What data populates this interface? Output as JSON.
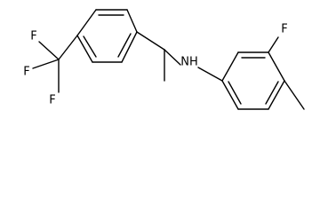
{
  "structure": {
    "atoms": {
      "fluorine_top": "F",
      "fluorine_left": "F",
      "fluorine_bottom": "F",
      "amine": "NH",
      "fluorine_ring": "F"
    }
  }
}
